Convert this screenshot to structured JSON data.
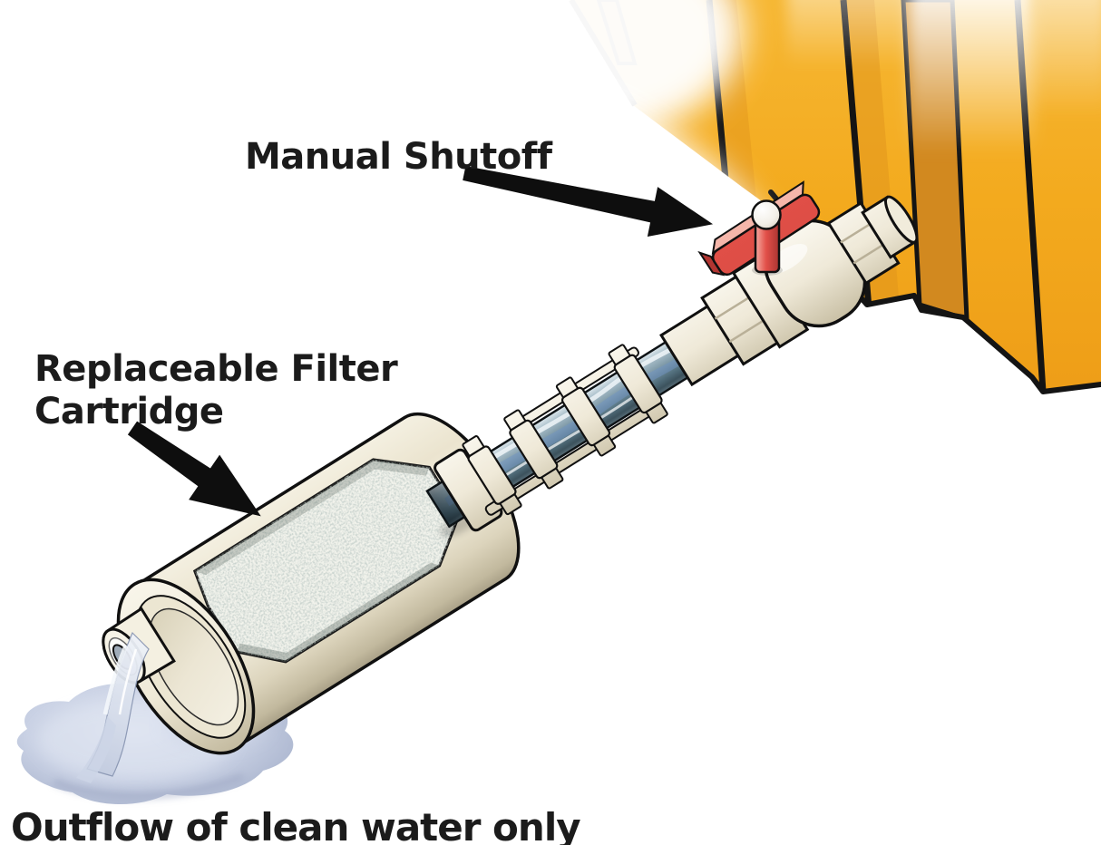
{
  "figure": {
    "type": "labeled-illustration",
    "subject": "Outdoor water filter assembly mounted at a wooden fence"
  },
  "labels": {
    "manual_shutoff": "Manual Shutoff",
    "replaceable_filter_line1": "Replaceable Filter",
    "replaceable_filter_line2": "Cartridge",
    "outflow": "Outflow of clean water only"
  },
  "annotations": [
    {
      "text": "Manual Shutoff",
      "points_to": "shutoff-valve"
    },
    {
      "text": "Replaceable Filter Cartridge",
      "points_to": "filter-cartridge"
    }
  ],
  "colors": {
    "background": "#ffffff",
    "fence_wood": "#f3aa1e",
    "fence_gap_shadow": "#d2891f",
    "valve_handle_red": "#e2514b",
    "plastic_cream": "#efe9d8",
    "tube_water_blue": "#7d98a6",
    "clean_water_puddle": "#bcc5da",
    "filter_media_speckle": "#8fa09a",
    "outline": "#101010",
    "text": "#1b1b1b"
  }
}
